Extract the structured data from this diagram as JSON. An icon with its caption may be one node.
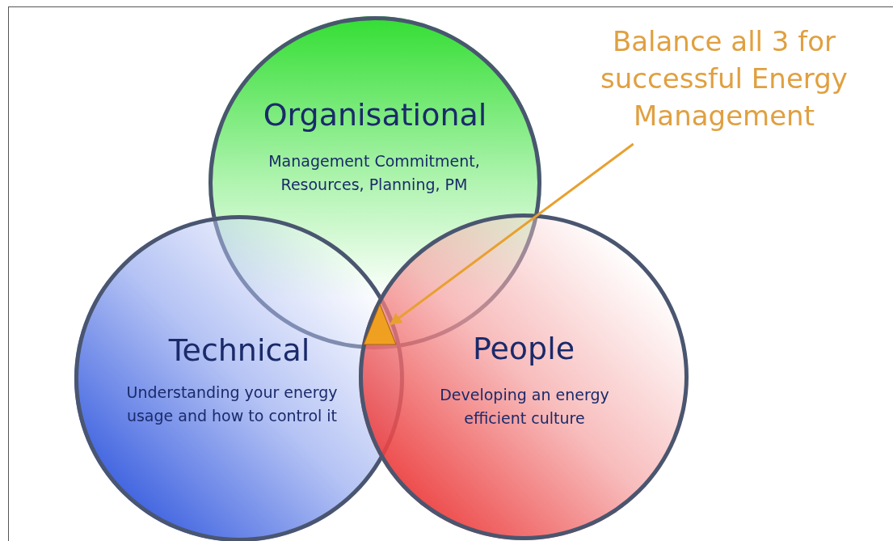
{
  "diagram": {
    "nodes": [
      {
        "text": [
          "Organisational",
          "Management Commitment, Resources, Planning, PM"
        ]
      },
      {
        "text": [
          "Technical",
          "Understanding your energy usage and how to control it"
        ]
      },
      {
        "text": [
          "People",
          "Developing an energy efficient culture"
        ]
      },
      {
        "text": [
          "Balance all 3 for successful Energy Management"
        ]
      },
      {
        "text": [],
        "shape": "triangle"
      }
    ],
    "edges": [
      {
        "from": 3,
        "to": 4,
        "arrow": "to",
        "color": "#e8a030"
      }
    ]
  }
}
